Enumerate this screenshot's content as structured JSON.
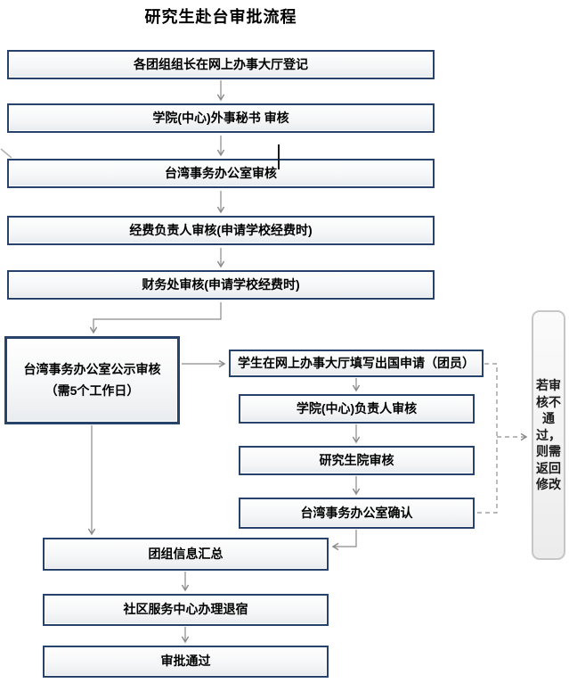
{
  "title": "研究生赴台审批流程",
  "main_steps": [
    "各团组组长在网上办事大厅登记",
    "学院(中心)外事秘书 审核",
    "台湾事务办公室审核",
    "经费负责人审核(申请学校经费时)",
    "财务处审核(申请学校经费时)"
  ],
  "left_box": {
    "line1": "台湾事务办公室公示审核",
    "line2": "（需5个工作日）"
  },
  "member_steps": [
    "学生在网上办事大厅填写出国申请（团员）",
    "学院(中心)负责人审核",
    "研究生院审核",
    "台湾事务办公室确认"
  ],
  "final_steps": [
    "团组信息汇总",
    "社区服务中心办理退宿",
    "审批通过"
  ],
  "reject_note": "若审核不通过，则需返回修改",
  "colors": {
    "box_border": "#27426b",
    "connector": "#8a8a8a",
    "note_border": "#c6c6c6"
  }
}
